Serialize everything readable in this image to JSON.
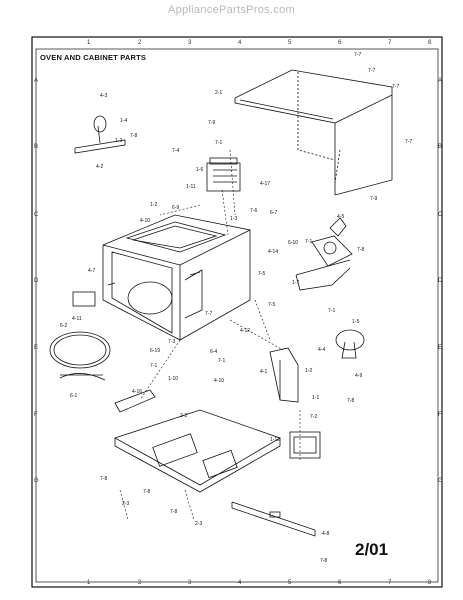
{
  "watermark": "AppliancePartsPros.com",
  "title": "OVEN AND CABINET PARTS",
  "sheet_no": "2/01",
  "grid": {
    "cols": [
      "1",
      "2",
      "3",
      "4",
      "5",
      "6",
      "7",
      "8"
    ],
    "rows": [
      "A",
      "B",
      "C",
      "D",
      "E",
      "F",
      "G"
    ]
  },
  "callouts": [
    {
      "id": "c1",
      "text": "7-7"
    },
    {
      "id": "c2",
      "text": "7-7"
    },
    {
      "id": "c3",
      "text": "7-7"
    },
    {
      "id": "c4",
      "text": "7-7"
    },
    {
      "id": "c5",
      "text": "2-1"
    },
    {
      "id": "c6",
      "text": "7-9"
    },
    {
      "id": "c7",
      "text": "7-9"
    },
    {
      "id": "c8",
      "text": "4-3"
    },
    {
      "id": "c9",
      "text": "1-4"
    },
    {
      "id": "c10",
      "text": "7-8"
    },
    {
      "id": "c11",
      "text": "1-2"
    },
    {
      "id": "c12",
      "text": "4-2"
    },
    {
      "id": "c13",
      "text": "7-1"
    },
    {
      "id": "c14",
      "text": "7-4"
    },
    {
      "id": "c15",
      "text": "1-11"
    },
    {
      "id": "c16",
      "text": "1-6"
    },
    {
      "id": "c17",
      "text": "4-17"
    },
    {
      "id": "c18",
      "text": "1-2"
    },
    {
      "id": "c19",
      "text": "6-9"
    },
    {
      "id": "c20",
      "text": "4-10"
    },
    {
      "id": "c21",
      "text": "1-3"
    },
    {
      "id": "c22",
      "text": "7-6"
    },
    {
      "id": "c23",
      "text": "6-7"
    },
    {
      "id": "c24",
      "text": "4-5"
    },
    {
      "id": "c25",
      "text": "6-10"
    },
    {
      "id": "c26",
      "text": "7-1"
    },
    {
      "id": "c27",
      "text": "7-8"
    },
    {
      "id": "c28",
      "text": "4-14"
    },
    {
      "id": "c29",
      "text": "7-5"
    },
    {
      "id": "c30",
      "text": "4-7"
    },
    {
      "id": "c31",
      "text": "7-5"
    },
    {
      "id": "c32",
      "text": "1-7"
    },
    {
      "id": "c33",
      "text": "4-11"
    },
    {
      "id": "c34",
      "text": "7-7"
    },
    {
      "id": "c35",
      "text": "4-12"
    },
    {
      "id": "c36",
      "text": "1-5"
    },
    {
      "id": "c37",
      "text": "7-1"
    },
    {
      "id": "c38",
      "text": "6-2"
    },
    {
      "id": "c39",
      "text": "7-3"
    },
    {
      "id": "c40",
      "text": "6-19"
    },
    {
      "id": "c41",
      "text": "7-1"
    },
    {
      "id": "c42",
      "text": "6-4"
    },
    {
      "id": "c43",
      "text": "7-1"
    },
    {
      "id": "c44",
      "text": "4-4"
    },
    {
      "id": "c45",
      "text": "4-1"
    },
    {
      "id": "c46",
      "text": "1-2"
    },
    {
      "id": "c47",
      "text": "4-9"
    },
    {
      "id": "c48",
      "text": "1-10"
    },
    {
      "id": "c49",
      "text": "4-10"
    },
    {
      "id": "c50",
      "text": "6-1"
    },
    {
      "id": "c51",
      "text": "1-1"
    },
    {
      "id": "c52",
      "text": "7-8"
    },
    {
      "id": "c53",
      "text": "4-16"
    },
    {
      "id": "c54",
      "text": "7-2"
    },
    {
      "id": "c55",
      "text": "2-2"
    },
    {
      "id": "c56",
      "text": "1-12"
    },
    {
      "id": "c57",
      "text": "7-8"
    },
    {
      "id": "c58",
      "text": "7-8"
    },
    {
      "id": "c59",
      "text": "2-3"
    },
    {
      "id": "c60",
      "text": "7-8"
    },
    {
      "id": "c61",
      "text": "2-3"
    },
    {
      "id": "c62",
      "text": "4-8"
    },
    {
      "id": "c63",
      "text": "7-8"
    }
  ]
}
